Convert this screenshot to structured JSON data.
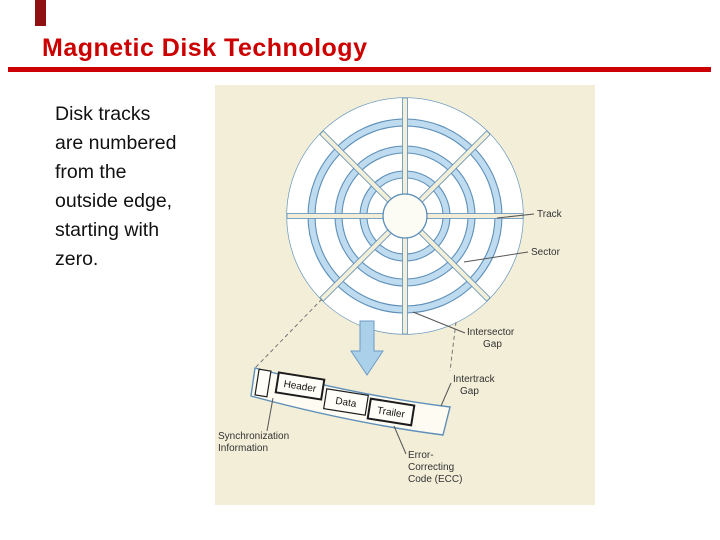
{
  "slide": {
    "title": "Magnetic Disk Technology",
    "body_lines": [
      "Disk tracks",
      "are numbered",
      "from the",
      "outside edge,",
      "starting with",
      "zero."
    ]
  },
  "diagram": {
    "labels": {
      "track": "Track",
      "sector": "Sector",
      "intersector_1": "Intersector",
      "intersector_2": "Gap",
      "intertrack_1": "Intertrack",
      "intertrack_2": "Gap",
      "header": "Header",
      "data": "Data",
      "trailer": "Trailer",
      "sync_1": "Synchronization",
      "sync_2": "Information",
      "ecc_1": "Error-",
      "ecc_2": "Correcting",
      "ecc_3": "Code (ECC)"
    }
  },
  "colors": {
    "accent": "#cc0000",
    "accent_dark": "#8f1010",
    "panel": "#f2eed8",
    "disk_blue": "#bedbef",
    "outline_blue": "#5d8fb8",
    "label": "#333333",
    "arrow_fill": "#abd0ea"
  }
}
